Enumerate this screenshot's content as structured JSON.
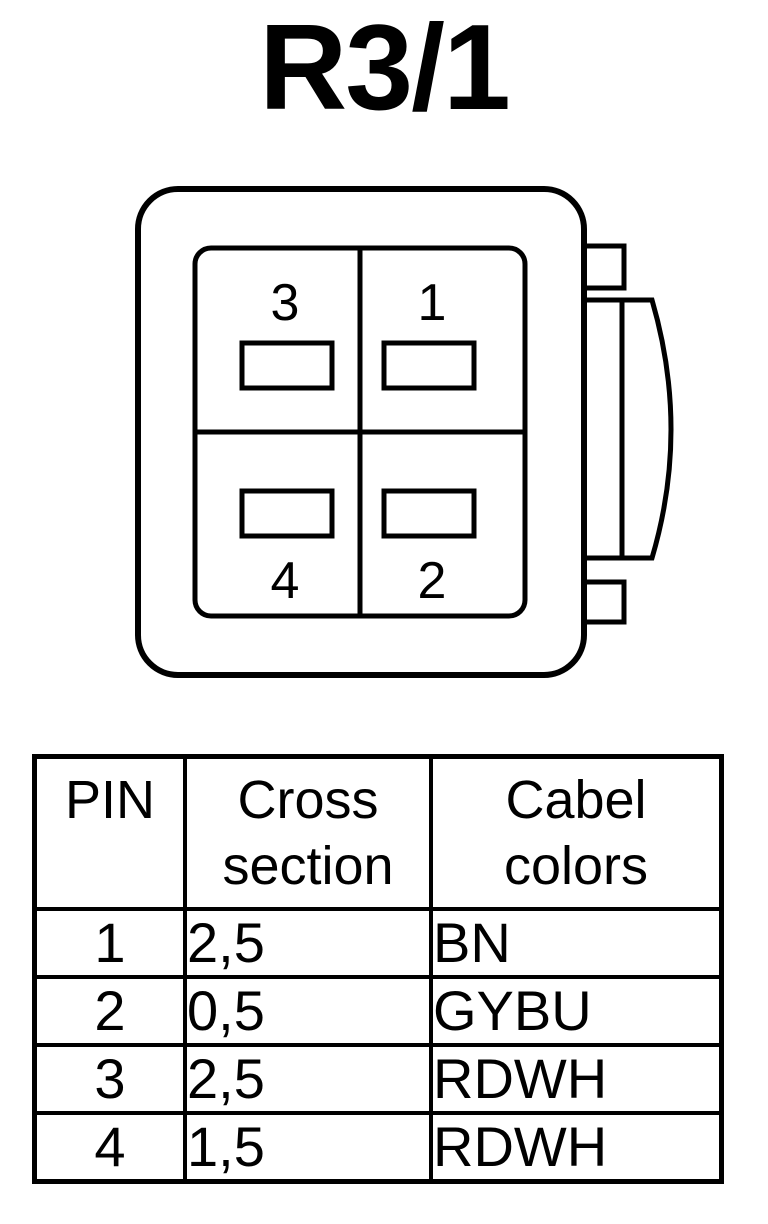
{
  "title": "R3/1",
  "connector": {
    "pins": [
      {
        "label": "3"
      },
      {
        "label": "1"
      },
      {
        "label": "4"
      },
      {
        "label": "2"
      }
    ]
  },
  "table": {
    "headers": {
      "pin": "PIN",
      "cross_section": [
        "Cross",
        "section"
      ],
      "cable_colors": [
        "Cabel",
        "colors"
      ]
    },
    "rows": [
      {
        "pin": "1",
        "cross_section": "2,5",
        "color": "BN"
      },
      {
        "pin": "2",
        "cross_section": "0,5",
        "color": "GYBU"
      },
      {
        "pin": "3",
        "cross_section": "2,5",
        "color": "RDWH"
      },
      {
        "pin": "4",
        "cross_section": "1,5",
        "color": "RDWH"
      }
    ]
  }
}
